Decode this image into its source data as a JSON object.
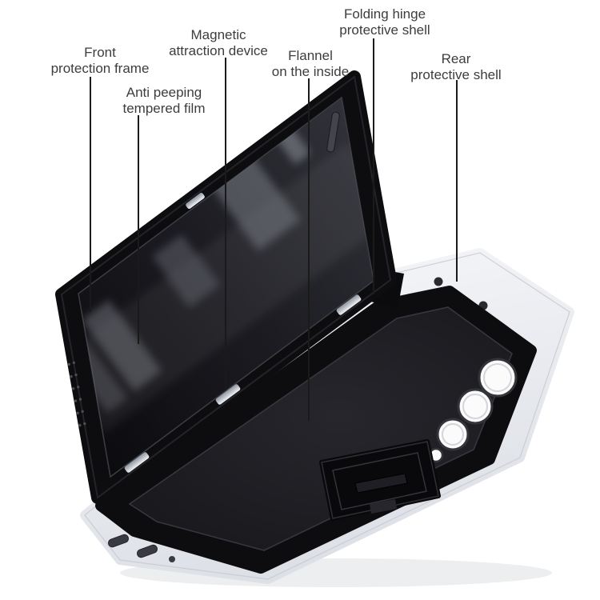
{
  "annotations": {
    "front_frame": {
      "line1": "Front",
      "line2": "protection frame"
    },
    "anti_peeping": {
      "line1": "Anti peeping",
      "line2": "tempered film"
    },
    "magnetic": {
      "line1": "Magnetic",
      "line2": "attraction device"
    },
    "flannel": {
      "line1": "Flannel",
      "line2": "on the inside"
    },
    "folding_hinge": {
      "line1": "Folding hinge",
      "line2": "protective shell"
    },
    "rear_shell": {
      "line1": "Rear",
      "line2": "protective shell"
    }
  },
  "colors": {
    "background": "#ffffff",
    "case_black": "#0d0d10",
    "flannel": "#1c1c20",
    "glass_dark": "#101014",
    "silver": "#c9ccd2",
    "shell_white": "#eef0f4",
    "label_text": "#3d3d3d",
    "leader_line": "#1a1a1a"
  }
}
